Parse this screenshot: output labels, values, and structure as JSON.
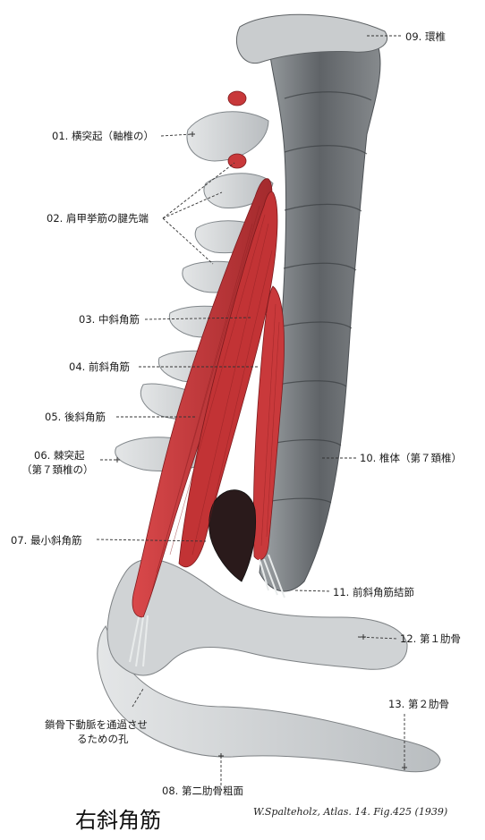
{
  "figure": {
    "title": "右斜角筋",
    "credit": "W.Spalteholz, Atlas. 14. Fig.425 (1939)"
  },
  "labels": {
    "l01": "01. 横突起（軸椎の）",
    "l02": "02. 肩甲挙筋の腱先端",
    "l03": "03. 中斜角筋",
    "l04": "04. 前斜角筋",
    "l05": "05. 後斜角筋",
    "l06a": "06. 棘突起",
    "l06b": "（第７頚椎の）",
    "l07": "07. 最小斜角筋",
    "l08": "08. 第二肋骨粗面",
    "l09": "09. 環椎",
    "l10": "10. 椎体（第７頚椎）",
    "l11": "11. 前斜角筋結節",
    "l12": "12. 第１肋骨",
    "l13": "13. 第２肋骨",
    "hole_a": "鎖骨下動脈を通過させ",
    "hole_b": "るための孔"
  },
  "colors": {
    "bone": "#d4d7d9",
    "bone_shadow": "#8f9396",
    "vertebra_dark": "#6a6e72",
    "muscle": "#c8383a",
    "muscle_dark": "#8e1f22",
    "tendon": "#e9ecec",
    "leader": "#333333"
  }
}
